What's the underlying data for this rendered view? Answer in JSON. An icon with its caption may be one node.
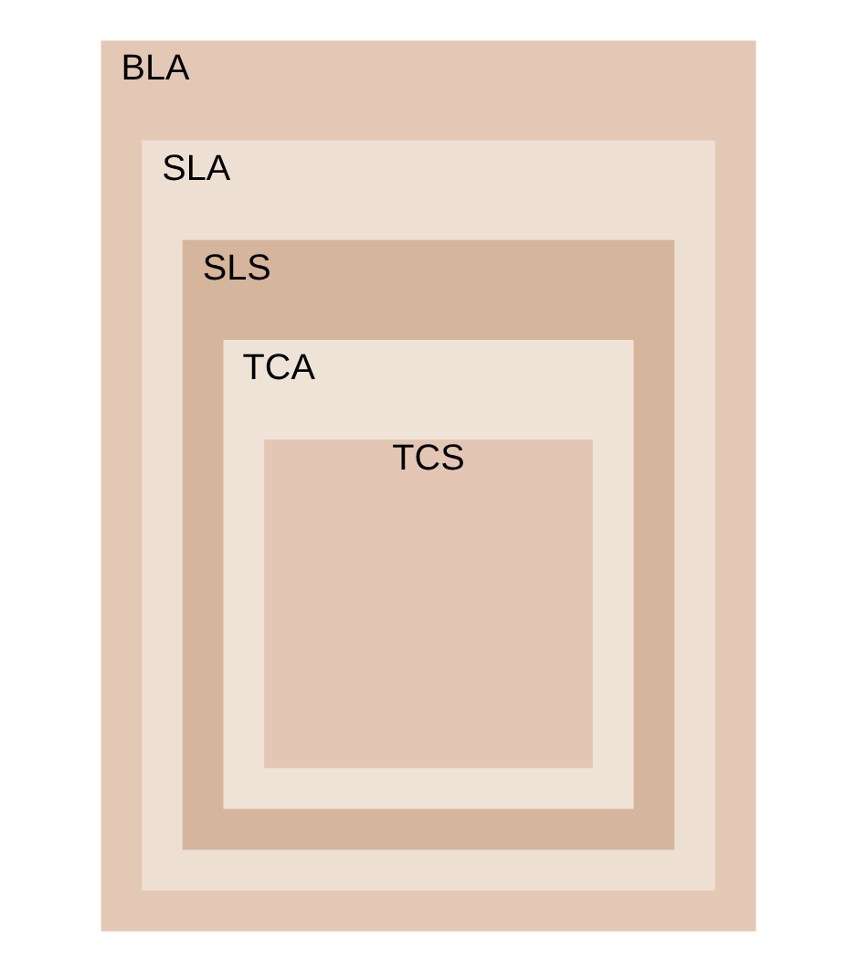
{
  "diagram": {
    "nodes": [
      {
        "text": [
          "BLA"
        ]
      },
      {
        "text": [
          "SLA"
        ],
        "in": 0
      },
      {
        "text": [
          "SLS"
        ],
        "in": 1
      },
      {
        "text": [
          "TCA"
        ],
        "in": 2
      },
      {
        "text": [
          "TCS"
        ],
        "in": 3
      }
    ]
  }
}
